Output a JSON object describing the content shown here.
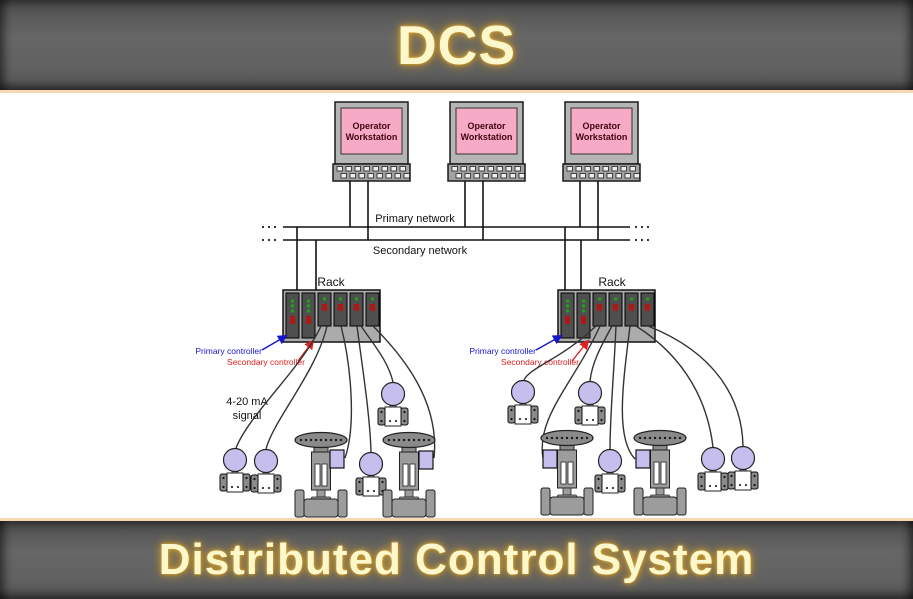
{
  "header": {
    "title": "DCS"
  },
  "footer": {
    "title": "Distributed Control System"
  },
  "diagram": {
    "workstation": {
      "line1": "Operator",
      "line2": "Workstation"
    },
    "networks": {
      "primary": "Primary network",
      "secondary": "Secondary network"
    },
    "rack_label": "Rack",
    "controllers": {
      "primary": "Primary controller",
      "secondary": "Secondary controller"
    },
    "signal_label": {
      "line1": "4-20 mA",
      "line2": "signal"
    },
    "colors": {
      "banner_bg": "#5f5f5f",
      "banner_text": "#fdf8cc",
      "banner_glow": "#cf9f2e",
      "banner_trim": "#f6d9b4",
      "screen_pink": "#f6aac6",
      "monitor_gray": "#b5b5b5",
      "rack_gray": "#ababab",
      "card_gray": "#4f4f4f",
      "led_green": "#18a818",
      "led_red": "#b01818",
      "device_purple": "#c6bfee",
      "valve_gray": "#9c9c9c",
      "wire": "#333333",
      "primary_label_blue": "#1515cc",
      "secondary_label_red": "#e02020"
    }
  }
}
